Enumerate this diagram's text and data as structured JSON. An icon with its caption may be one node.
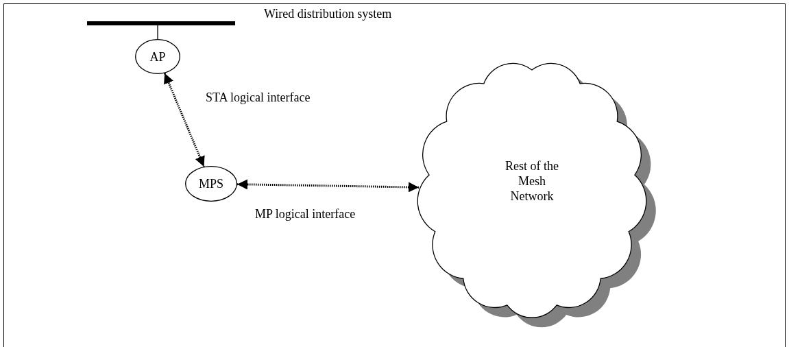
{
  "diagram": {
    "nodes": [
      {
        "text": [],
        "shape": "bar",
        "beside": [
          "Wired distribution system"
        ]
      },
      {
        "text": [
          "AP"
        ]
      },
      {
        "text": [
          "MPS"
        ]
      },
      {
        "text": [
          "Rest of the Mesh Network"
        ]
      }
    ],
    "edges": [
      {
        "from": 0,
        "to": 1,
        "arrow": "none"
      },
      {
        "from": 1,
        "to": 2,
        "arrow": "both",
        "label": "STA logical interface",
        "style": "dashed"
      },
      {
        "from": 2,
        "to": 3,
        "arrow": "both",
        "label": "MP logical interface",
        "style": "dashed"
      }
    ]
  }
}
